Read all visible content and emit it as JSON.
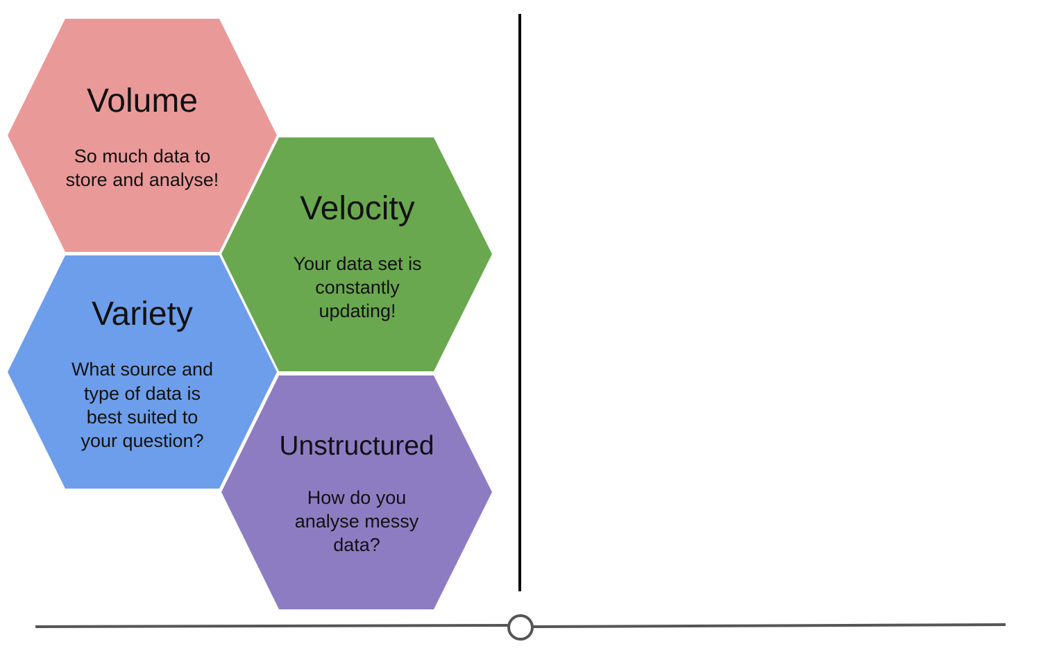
{
  "hexagons": [
    {
      "id": "volume",
      "title": "Volume",
      "description": [
        "So much data to",
        "store and analyse!"
      ],
      "color": "#EA9999"
    },
    {
      "id": "velocity",
      "title": "Velocity",
      "description": [
        "Your data set is",
        "constantly",
        "updating!"
      ],
      "color": "#6AA84F"
    },
    {
      "id": "variety",
      "title": "Variety",
      "description": [
        "What source and",
        "type of data is",
        "best suited to",
        "your question?"
      ],
      "color": "#6D9EEB"
    },
    {
      "id": "unstructured",
      "title": "Unstructured",
      "description": [
        "How do you",
        "analyse messy",
        "data?"
      ],
      "color": "#8E7CC3"
    }
  ],
  "colors": {
    "divider": "#000000",
    "slider_track": "#555555",
    "slider_handle_border": "#555555",
    "slider_handle_fill": "#ffffff"
  }
}
